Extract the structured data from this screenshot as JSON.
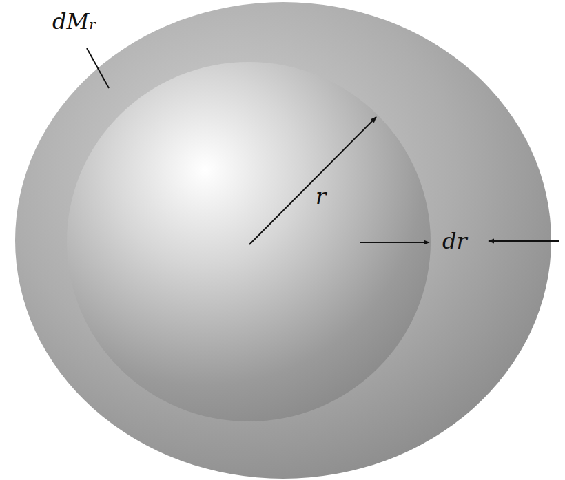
{
  "diagram": {
    "labels": [
      "dMᵣ",
      "r",
      "dr"
    ]
  }
}
